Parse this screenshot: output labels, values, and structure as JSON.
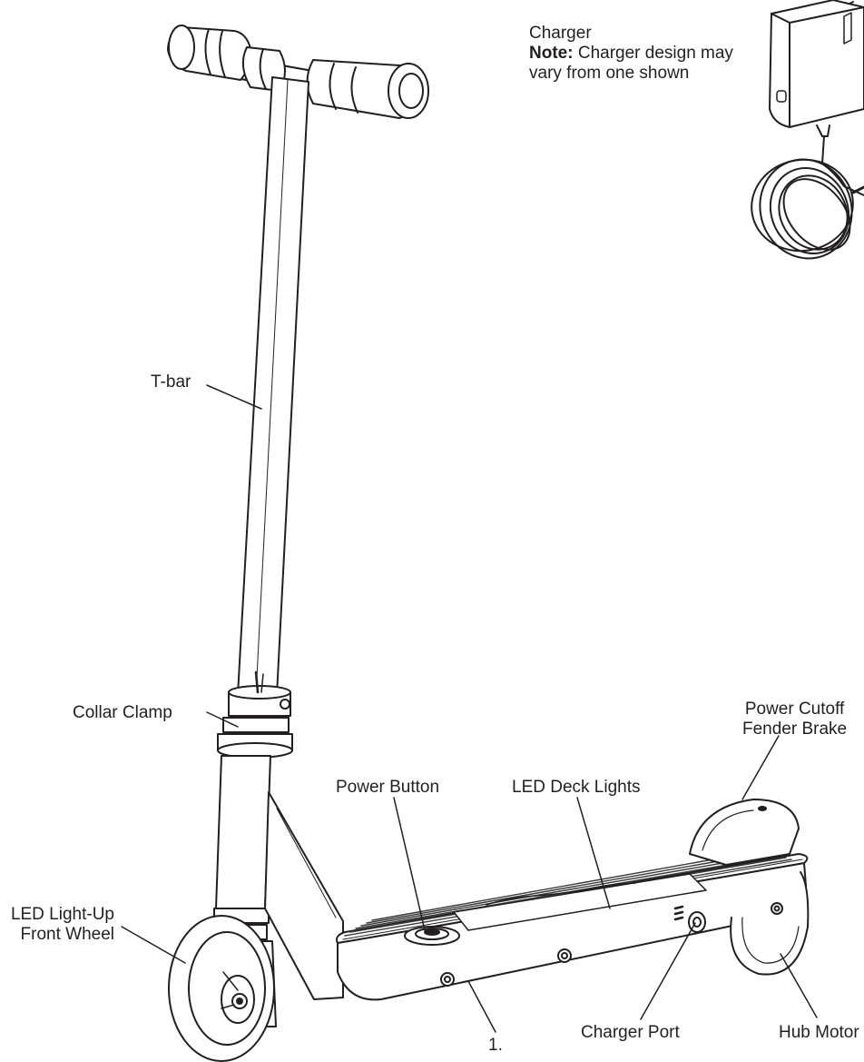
{
  "labels": {
    "charger_title": "Charger",
    "charger_note_key": "Note:",
    "charger_note_text_1": "Charger design may",
    "charger_note_text_2": "vary from one shown",
    "t_bar": "T-bar",
    "collar_clamp": "Collar Clamp",
    "power_cutoff_line1": "Power Cutoff",
    "power_cutoff_line2": "Fender Brake",
    "power_button": "Power Button",
    "led_deck_lights": "LED Deck Lights",
    "led_front_wheel_line1": "LED Light-Up",
    "led_front_wheel_line2": "Front Wheel",
    "charger_port": "Charger Port",
    "hub_motor": "Hub Motor",
    "figure_number": "1."
  },
  "colors": {
    "line": "#231f20",
    "fill": "#ffffff",
    "tread": "#3a3a3a"
  }
}
